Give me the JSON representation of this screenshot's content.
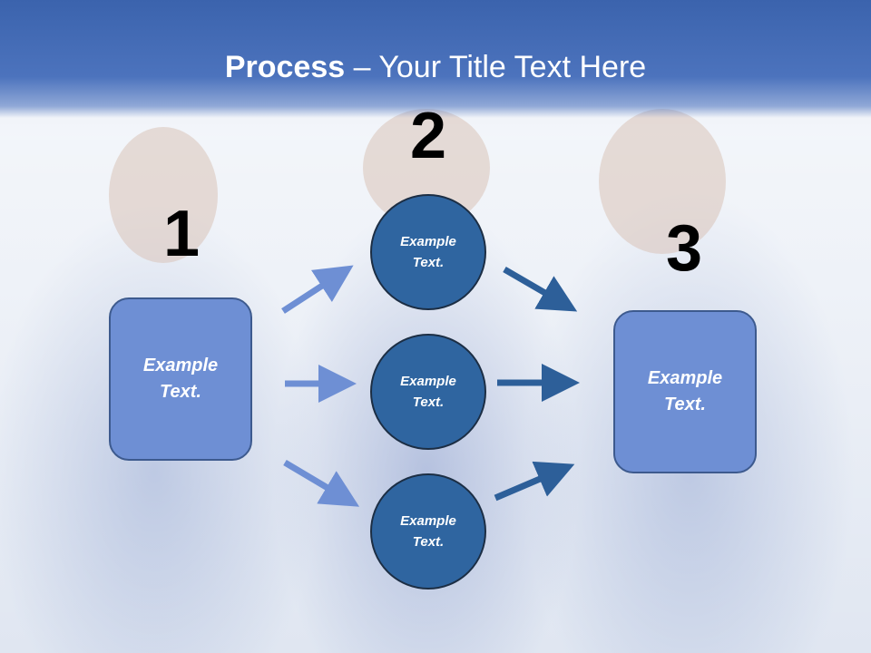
{
  "title": {
    "bold": "Process",
    "rest": " – Your Title Text Here"
  },
  "steps": {
    "one": "1",
    "two": "2",
    "three": "3"
  },
  "left_box": {
    "line1": "Example",
    "line2": "Text."
  },
  "circles": [
    {
      "line1": "Example",
      "line2": "Text."
    },
    {
      "line1": "Example",
      "line2": "Text."
    },
    {
      "line1": "Example",
      "line2": "Text."
    }
  ],
  "right_box": {
    "line1": "Example",
    "line2": "Text."
  },
  "colors": {
    "header": "#3b63ad",
    "box_fill": "#6e8fd4",
    "circle_fill": "#2f65a0",
    "arrow_light": "#6e8fd4",
    "arrow_dark": "#2d5f99"
  },
  "background": "photo-of-three-medical-staff-in-blue-scrubs"
}
